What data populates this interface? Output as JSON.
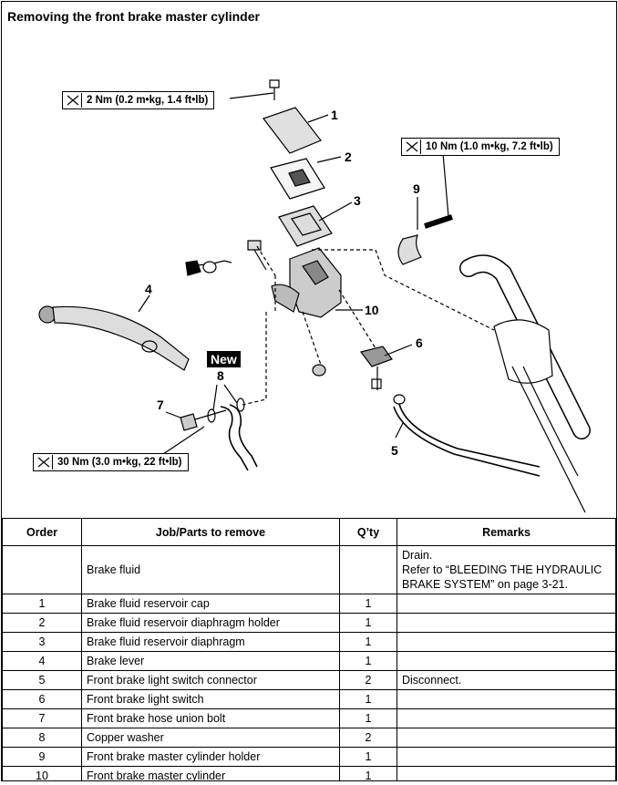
{
  "title": "Removing the front brake master cylinder",
  "torques": {
    "cap_screw": "2 Nm (0.2 m•kg, 1.4 ft•lb)",
    "holder_bolt": "10 Nm (1.0 m•kg, 7.2 ft•lb)",
    "union_bolt": "30 Nm (3.0 m•kg, 22 ft•lb)"
  },
  "new_badge": "New",
  "callouts": [
    "1",
    "2",
    "3",
    "4",
    "5",
    "6",
    "7",
    "8",
    "9",
    "10"
  ],
  "table": {
    "headers": [
      "Order",
      "Job/Parts to remove",
      "Q’ty",
      "Remarks"
    ],
    "rows": [
      {
        "order": "",
        "job": "Brake fluid",
        "qty": "",
        "remarks": [
          "Drain.",
          "Refer to “BLEEDING THE HYDRAULIC",
          "BRAKE SYSTEM” on page 3-21."
        ]
      },
      {
        "order": "1",
        "job": "Brake fluid reservoir cap",
        "qty": "1",
        "remarks": []
      },
      {
        "order": "2",
        "job": "Brake fluid reservoir diaphragm holder",
        "qty": "1",
        "remarks": []
      },
      {
        "order": "3",
        "job": "Brake fluid reservoir diaphragm",
        "qty": "1",
        "remarks": []
      },
      {
        "order": "4",
        "job": "Brake lever",
        "qty": "1",
        "remarks": []
      },
      {
        "order": "5",
        "job": "Front brake light switch connector",
        "qty": "2",
        "remarks": [
          "Disconnect."
        ]
      },
      {
        "order": "6",
        "job": "Front brake light switch",
        "qty": "1",
        "remarks": []
      },
      {
        "order": "7",
        "job": "Front brake hose union bolt",
        "qty": "1",
        "remarks": []
      },
      {
        "order": "8",
        "job": "Copper washer",
        "qty": "2",
        "remarks": []
      },
      {
        "order": "9",
        "job": "Front brake master cylinder holder",
        "qty": "1",
        "remarks": []
      },
      {
        "order": "10",
        "job": "Front brake master cylinder",
        "qty": "1",
        "remarks": []
      }
    ]
  }
}
